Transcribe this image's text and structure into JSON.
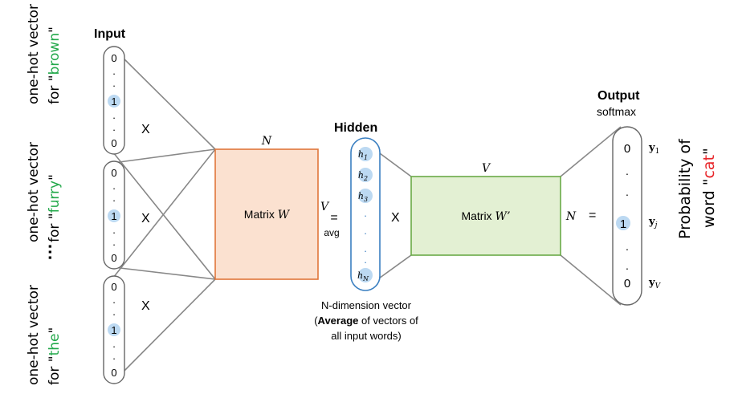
{
  "input": {
    "title": "Input",
    "vec_top": "0",
    "vec_one": "1",
    "vec_bottom": "0",
    "dot": ".",
    "times": "X",
    "side_labels": [
      {
        "prefix": "one-hot vector",
        "for": "for \"",
        "word": "brown",
        "close": "\""
      },
      {
        "prefix": "one-hot vector",
        "for": "for \"",
        "word": "furry",
        "close": "\""
      },
      {
        "prefix": "one-hot vector",
        "for": "for \"",
        "word": "the",
        "close": "\""
      }
    ],
    "ellipsis": "…",
    "word_color": "#22a84a",
    "one_highlight_color": "#bcd9f2"
  },
  "matrix_w": {
    "label_prefix": "Matrix ",
    "label_var": "W",
    "top_dim": "N",
    "side_dim": "V",
    "fill": "#fbe1d0",
    "stroke": "#e0763a"
  },
  "hidden": {
    "title": "Hidden",
    "equals": "=",
    "avg": "avg",
    "h1": "h",
    "h1_sub": "1",
    "h2": "h",
    "h2_sub": "2",
    "h3": "h",
    "h3_sub": "3",
    "hN": "h",
    "hN_sub": "N",
    "times": "X",
    "caption_line1": "N-dimension vector",
    "caption_open": "(",
    "caption_bold": "Average",
    "caption_rest": " of vectors of",
    "caption_line3": "all input words)",
    "stroke": "#3a7fc1"
  },
  "matrix_wp": {
    "label_prefix": "Matrix ",
    "label_var": "W’",
    "top_dim": "V",
    "side_dim": "N",
    "equals": "=",
    "fill": "#e3f0d3",
    "stroke": "#6aaa47"
  },
  "output": {
    "title": "Output",
    "subtitle": "softmax",
    "top": "0",
    "one": "1",
    "bottom": "0",
    "y1": "y",
    "y1_sub": "1",
    "yj": "y",
    "yj_sub": "j",
    "yV": "y",
    "yV_sub": "V",
    "side_line1": "Probability of",
    "side_word_prefix": "word \"",
    "side_word": "cat",
    "side_word_close": "\"",
    "word_color": "#e8262a"
  }
}
